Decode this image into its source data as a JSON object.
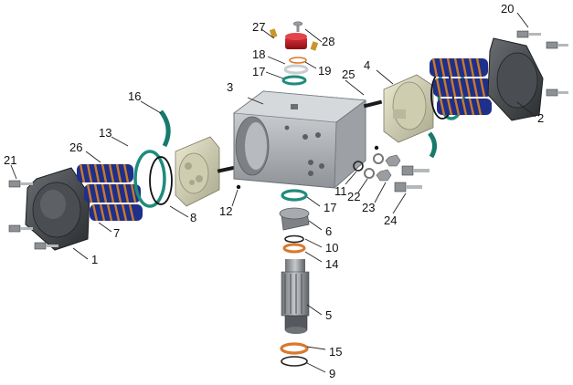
{
  "labels": {
    "l1": "1",
    "l2": "2",
    "l3": "3",
    "l4": "4",
    "l5": "5",
    "l6": "6",
    "l7": "7",
    "l8": "8",
    "l9": "9",
    "l10": "10",
    "l11": "11",
    "l12": "12",
    "l13": "13",
    "l14": "14",
    "l15": "15",
    "l16": "16",
    "l17a": "17",
    "l17b": "17",
    "l18": "18",
    "l19": "19",
    "l20": "20",
    "l21": "21",
    "l22": "22",
    "l23": "23",
    "l24": "24",
    "l25": "25",
    "l26": "26",
    "l27": "27",
    "l28": "28"
  },
  "colors": {
    "housing": "#b4b8bc",
    "housing_dark": "#7d8185",
    "end_cap": "#3c4044",
    "piston": "#d8d6b8",
    "spring_blue": "#1f2f8a",
    "spring_orange": "#c87a2a",
    "o_ring_teal": "#1e8c7c",
    "o_ring_orange": "#d9782c",
    "indicator_red": "#b8141e"
  }
}
